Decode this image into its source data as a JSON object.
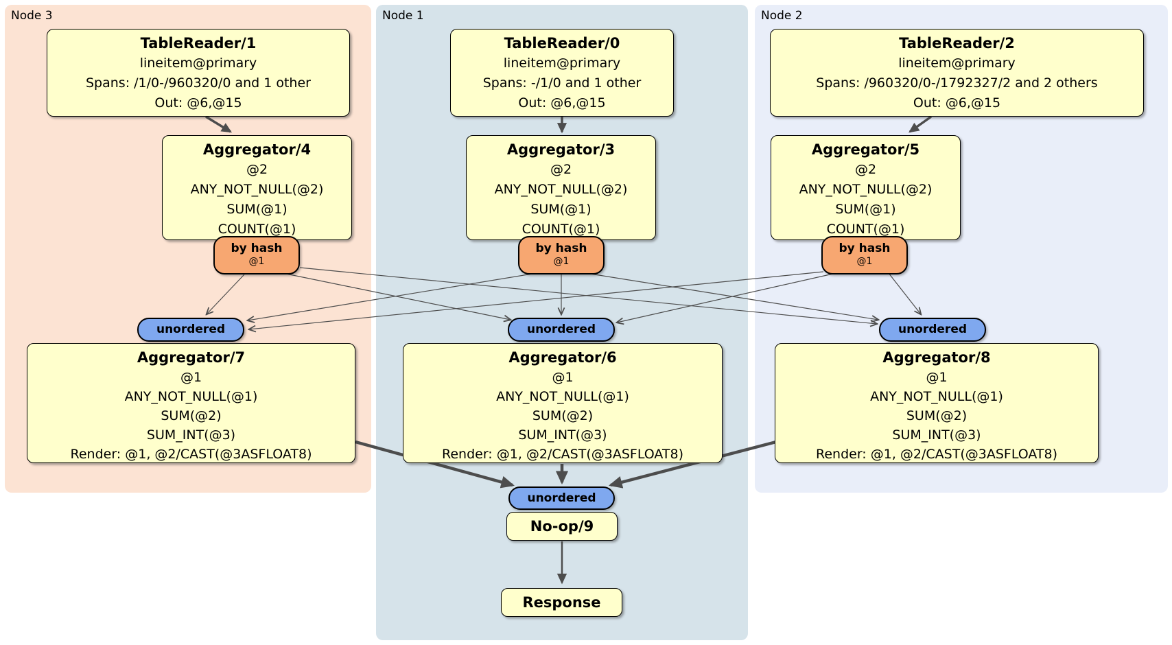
{
  "diagram": {
    "regions": [
      {
        "id": "node3",
        "label": "Node 3",
        "color": "#fce3d3"
      },
      {
        "id": "node1",
        "label": "Node 1",
        "color": "#d6e3ea"
      },
      {
        "id": "node2",
        "label": "Node 2",
        "color": "#e9eef9"
      }
    ],
    "processors": {
      "tablereader1": {
        "title": "TableReader/1",
        "lines": [
          "lineitem@primary",
          "Spans: /1/0-/960320/0 and 1 other",
          "Out: @6,@15"
        ]
      },
      "tablereader0": {
        "title": "TableReader/0",
        "lines": [
          "lineitem@primary",
          "Spans: -/1/0 and 1 other",
          "Out: @6,@15"
        ]
      },
      "tablereader2": {
        "title": "TableReader/2",
        "lines": [
          "lineitem@primary",
          "Spans: /960320/0-/1792327/2 and 2 others",
          "Out: @6,@15"
        ]
      },
      "aggregator4": {
        "title": "Aggregator/4",
        "lines": [
          "@2",
          "ANY_NOT_NULL(@2)",
          "SUM(@1)",
          "COUNT(@1)"
        ]
      },
      "aggregator3": {
        "title": "Aggregator/3",
        "lines": [
          "@2",
          "ANY_NOT_NULL(@2)",
          "SUM(@1)",
          "COUNT(@1)"
        ]
      },
      "aggregator5": {
        "title": "Aggregator/5",
        "lines": [
          "@2",
          "ANY_NOT_NULL(@2)",
          "SUM(@1)",
          "COUNT(@1)"
        ]
      },
      "aggregator7": {
        "title": "Aggregator/7",
        "lines": [
          "@1",
          "ANY_NOT_NULL(@1)",
          "SUM(@2)",
          "SUM_INT(@3)",
          "Render: @1, @2/CAST(@3ASFLOAT8)"
        ]
      },
      "aggregator6": {
        "title": "Aggregator/6",
        "lines": [
          "@1",
          "ANY_NOT_NULL(@1)",
          "SUM(@2)",
          "SUM_INT(@3)",
          "Render: @1, @2/CAST(@3ASFLOAT8)"
        ]
      },
      "aggregator8": {
        "title": "Aggregator/8",
        "lines": [
          "@1",
          "ANY_NOT_NULL(@1)",
          "SUM(@2)",
          "SUM_INT(@3)",
          "Render: @1, @2/CAST(@3ASFLOAT8)"
        ]
      },
      "noop9": {
        "title": "No-op/9"
      },
      "response": {
        "title": "Response"
      }
    },
    "routers": {
      "by_hash": {
        "label": "by hash",
        "key": "@1",
        "color": "#f7a771"
      },
      "unordered": {
        "label": "unordered",
        "color": "#7fa8ef"
      }
    },
    "edge_color": "#4d4d4d",
    "box_color": "#ffffcc"
  }
}
